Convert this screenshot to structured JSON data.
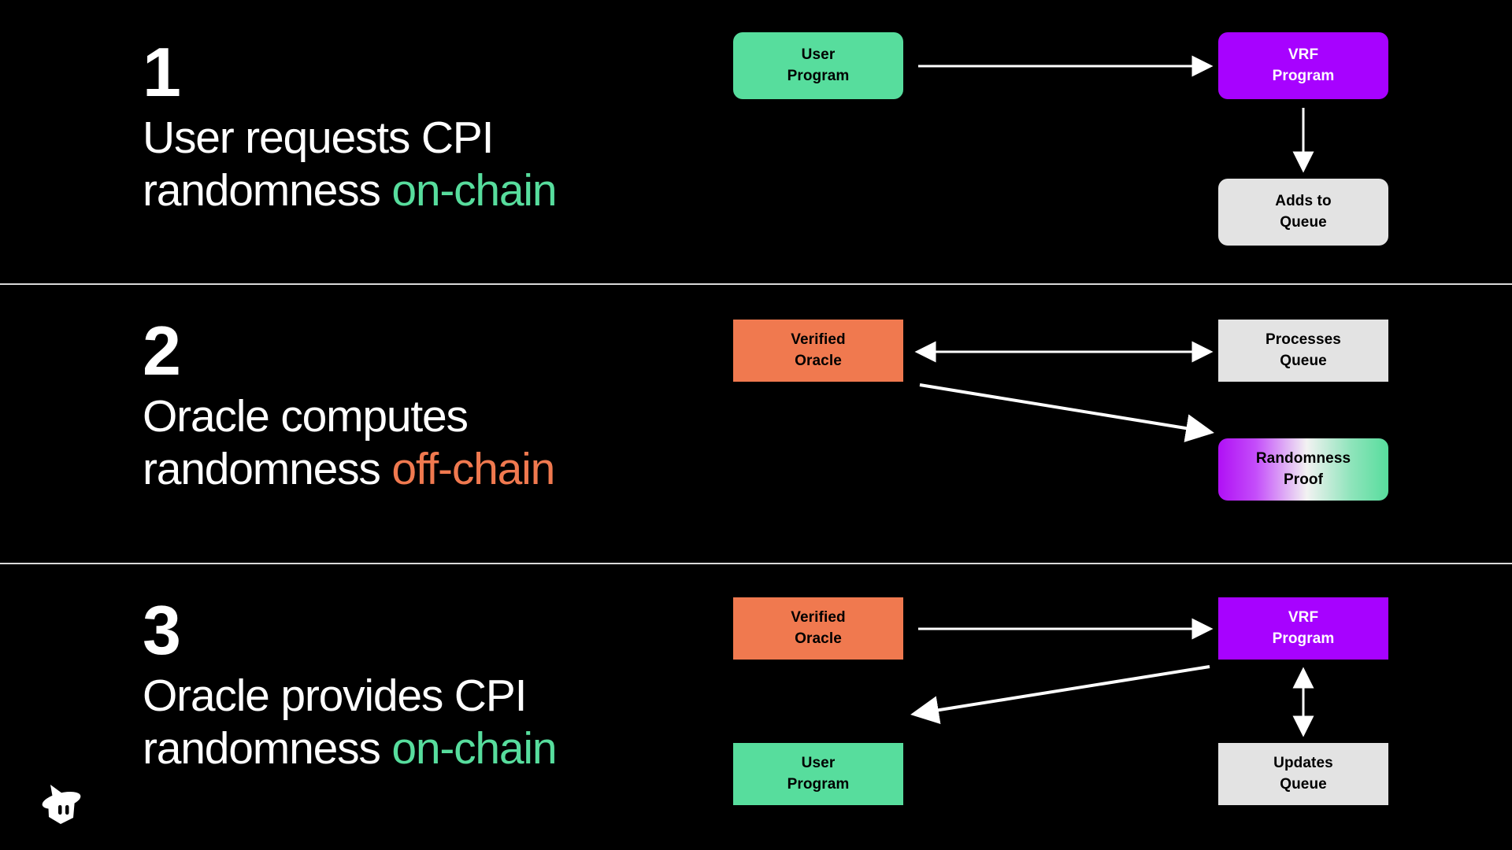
{
  "theme": {
    "background": "#000000",
    "text": "#ffffff",
    "divider": "#d9d9d9",
    "green": "#57dd9d",
    "orange": "#f0794f",
    "purple": "#a702ff",
    "grey": "#e3e3e3",
    "arrow": "#ffffff"
  },
  "brand": {
    "logo_name": "switchboard-wizard-logo"
  },
  "sections": [
    {
      "number": "1",
      "description_line1": "User requests CPI",
      "description_line2_plain": "randomness ",
      "description_line2_highlight": "on-chain",
      "highlight_color": "#57dd9d",
      "nodes": [
        {
          "id": "s1-user-program",
          "label_line1": "User",
          "label_line2": "Program",
          "style": "green rounded"
        },
        {
          "id": "s1-vrf-program",
          "label_line1": "VRF",
          "label_line2": "Program",
          "style": "purple rounded"
        },
        {
          "id": "s1-adds-queue",
          "label_line1": "Adds to",
          "label_line2": "Queue",
          "style": "grey rounded"
        }
      ],
      "arrows": [
        {
          "id": "s1-arrow-user-to-vrf",
          "type": "horizontal",
          "direction": "right"
        },
        {
          "id": "s1-arrow-vrf-to-queue",
          "type": "vertical",
          "direction": "down"
        }
      ]
    },
    {
      "number": "2",
      "description_line1": "Oracle computes",
      "description_line2_plain": "randomness ",
      "description_line2_highlight": "off-chain",
      "highlight_color": "#f0794f",
      "nodes": [
        {
          "id": "s2-verified-oracle",
          "label_line1": "Verified",
          "label_line2": "Oracle",
          "style": "orange square"
        },
        {
          "id": "s2-processes-queue",
          "label_line1": "Processes",
          "label_line2": "Queue",
          "style": "grey square"
        },
        {
          "id": "s2-randomness-proof",
          "label_line1": "Randomness",
          "label_line2": "Proof",
          "style": "gradient rounded"
        }
      ],
      "arrows": [
        {
          "id": "s2-arrow-oracle-queue",
          "type": "horizontal",
          "direction": "both"
        },
        {
          "id": "s2-arrow-oracle-to-proof",
          "type": "diagonal",
          "direction": "down-right"
        }
      ]
    },
    {
      "number": "3",
      "description_line1": "Oracle provides CPI",
      "description_line2_plain": "randomness ",
      "description_line2_highlight": "on-chain",
      "highlight_color": "#57dd9d",
      "nodes": [
        {
          "id": "s3-verified-oracle",
          "label_line1": "Verified",
          "label_line2": "Oracle",
          "style": "orange square"
        },
        {
          "id": "s3-vrf-program",
          "label_line1": "VRF",
          "label_line2": "Program",
          "style": "purple square"
        },
        {
          "id": "s3-user-program",
          "label_line1": "User",
          "label_line2": "Program",
          "style": "green square"
        },
        {
          "id": "s3-updates-queue",
          "label_line1": "Updates",
          "label_line2": "Queue",
          "style": "grey square"
        }
      ],
      "arrows": [
        {
          "id": "s3-arrow-oracle-to-vrf",
          "type": "horizontal",
          "direction": "right"
        },
        {
          "id": "s3-arrow-vrf-to-user",
          "type": "diagonal",
          "direction": "down-left"
        },
        {
          "id": "s3-arrow-vrf-queue",
          "type": "vertical",
          "direction": "both"
        }
      ]
    }
  ]
}
